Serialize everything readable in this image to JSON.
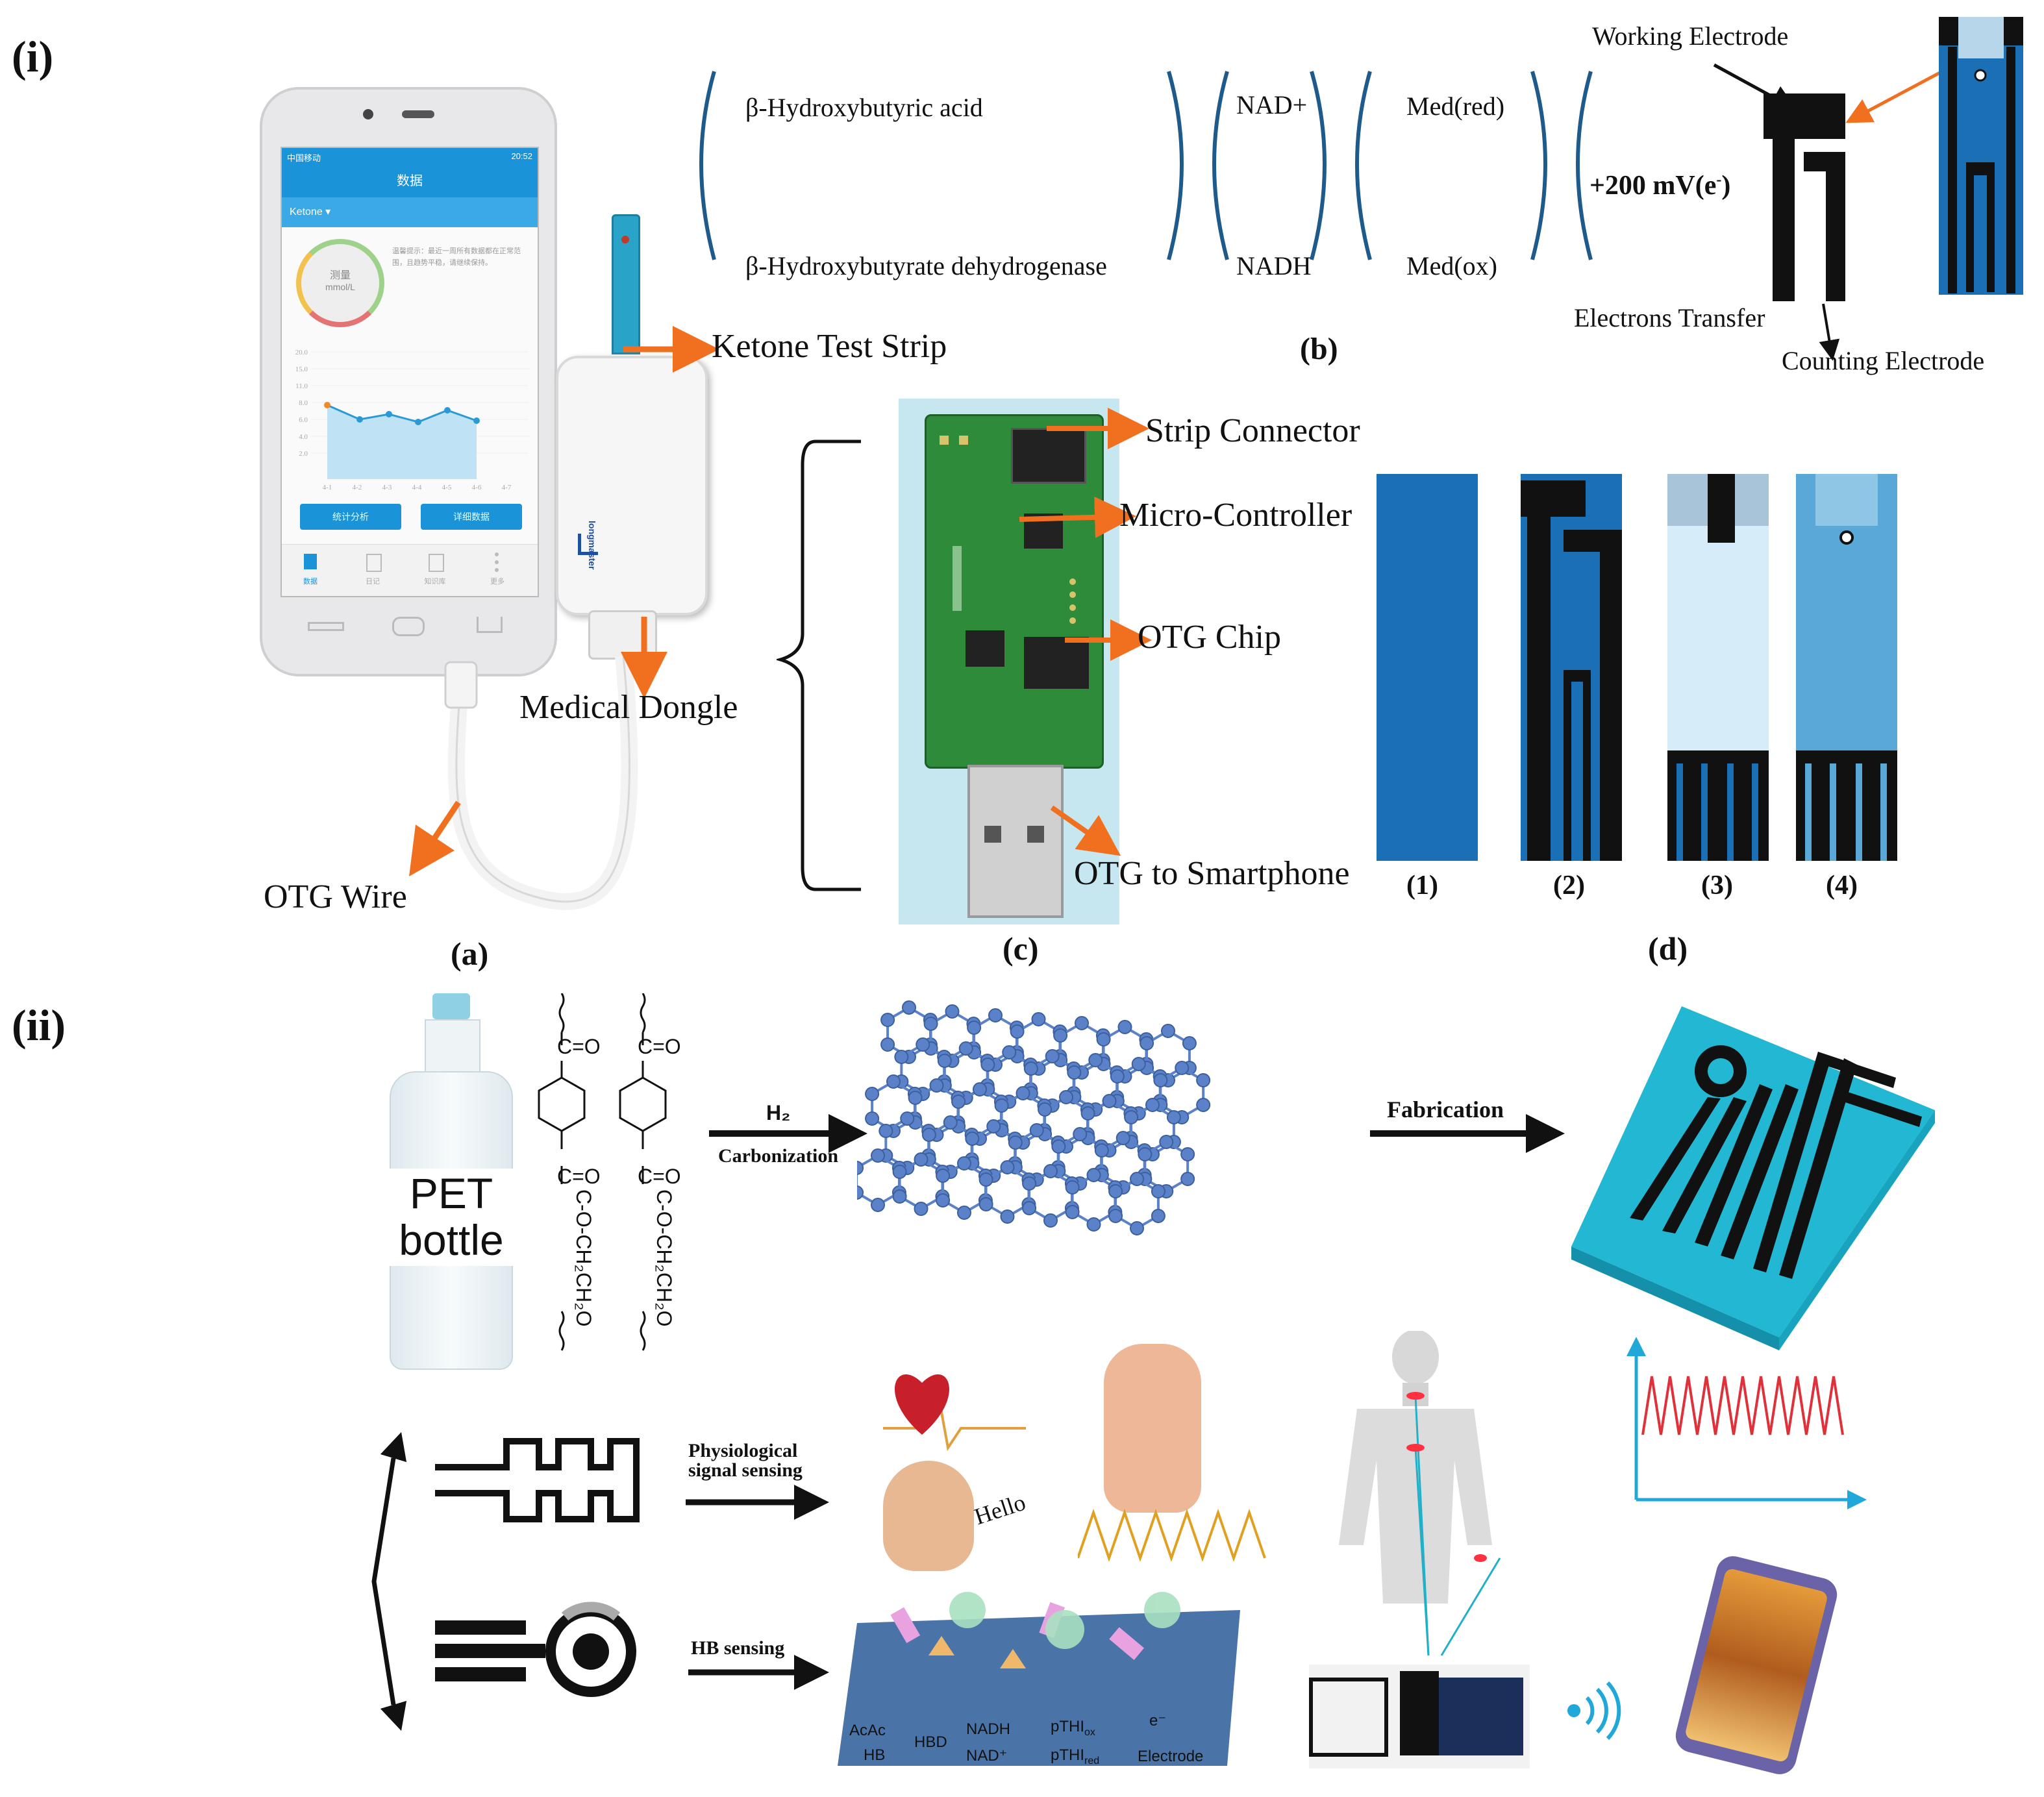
{
  "colors": {
    "arrow_orange": "#f07020",
    "strip_blue": "#1a6fb5",
    "light_blue": "#a8d4f0",
    "cyan_board": "#22b8d4",
    "pcb_green": "#2e8b3a",
    "molecule_blue": "#5b82c9",
    "signal_red": "#e0303a",
    "axis_cyan": "#1fa8d8"
  },
  "panel_i": {
    "label": "(i)",
    "a": {
      "caption": "(a)",
      "strip_label": "Ketone Test Strip",
      "dongle_label": "Medical Dongle",
      "wire_label": "OTG Wire",
      "phone": {
        "status_left": "中国移动",
        "status_right": "20:52",
        "title": "数据",
        "tab_active": "Ketone",
        "gauge_label": "测量",
        "gauge_unit": "mmol/L",
        "tip_text": "温馨提示：最近一周所有数据都在正常范围，且趋势平稳，请继续保持。",
        "y_ticks": [
          "20.0",
          "15.0",
          "11.0",
          "8.0",
          "6.0",
          "4.0",
          "2.0"
        ],
        "x_ticks": [
          "4-1",
          "4-2",
          "4-3",
          "4-4",
          "4-5",
          "4-6",
          "4-7"
        ],
        "btn_left": "统计分析",
        "btn_right": "详细数据",
        "nav": [
          "数据",
          "日记",
          "知识库",
          "更多"
        ]
      },
      "dongle_brand": "longmaster"
    },
    "b": {
      "caption": "(b)",
      "substrate": "β-Hydroxybutyric acid",
      "enzyme": "β-Hydroxybutyrate dehydrogenase",
      "nad_plus": "NAD+",
      "nadh": "NADH",
      "med_red": "Med(red)",
      "med_ox": "Med(ox)",
      "potential": "+200 mV(e",
      "potential_sup": "-",
      "potential_close": ")",
      "working_electrode": "Working Electrode",
      "electrons_transfer": "Electrons Transfer",
      "counting_electrode": "Counting Electrode"
    },
    "c": {
      "caption": "(c)",
      "strip_connector": "Strip Connector",
      "micro_controller": "Micro-Controller",
      "otg_chip": "OTG Chip",
      "otg_to_smartphone": "OTG to Smartphone"
    },
    "d": {
      "caption": "(d)",
      "layers": [
        "(1)",
        "(2)",
        "(3)",
        "(4)"
      ]
    }
  },
  "panel_ii": {
    "label": "(ii)",
    "pet_line1": "PET",
    "pet_line2": "bottle",
    "carbonyl": "C=O",
    "ester_chain": "C-O-CH₂CH₂O",
    "h2": "H₂",
    "carbonization": "Carbonization",
    "fabrication": "Fabrication",
    "physio_line1": "Physiological",
    "physio_line2": "signal sensing",
    "hb_sensing": "HB sensing",
    "hello": "Hello",
    "reaction": {
      "acac": "AcAc",
      "hb": "HB",
      "hbd": "HBD",
      "nadh": "NADH",
      "nad_plus": "NAD⁺",
      "pthi_ox": "pTHI",
      "pthi_ox_sub": "ox",
      "pthi_red": "pTHI",
      "pthi_red_sub": "red",
      "electron": "e⁻",
      "electrode": "Electrode"
    }
  }
}
